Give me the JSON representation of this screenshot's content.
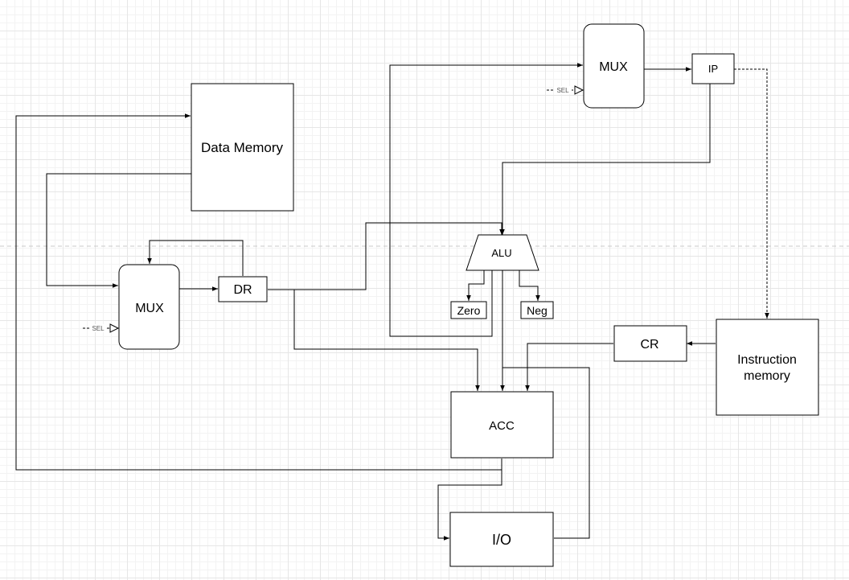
{
  "blocks": {
    "data_memory": "Data Memory",
    "mux_left": "MUX",
    "mux_top": "MUX",
    "dr": "DR",
    "ip": "IP",
    "alu": "ALU",
    "zero": "Zero",
    "neg": "Neg",
    "cr": "CR",
    "instruction_memory_line1": "Instruction",
    "instruction_memory_line2": "memory",
    "acc": "ACC",
    "io": "I/O"
  },
  "selectors": {
    "left": "SEL",
    "top": "SEL"
  },
  "colors": {
    "stroke": "#000000",
    "fill": "#ffffff",
    "grid": "#e6e6e6"
  }
}
